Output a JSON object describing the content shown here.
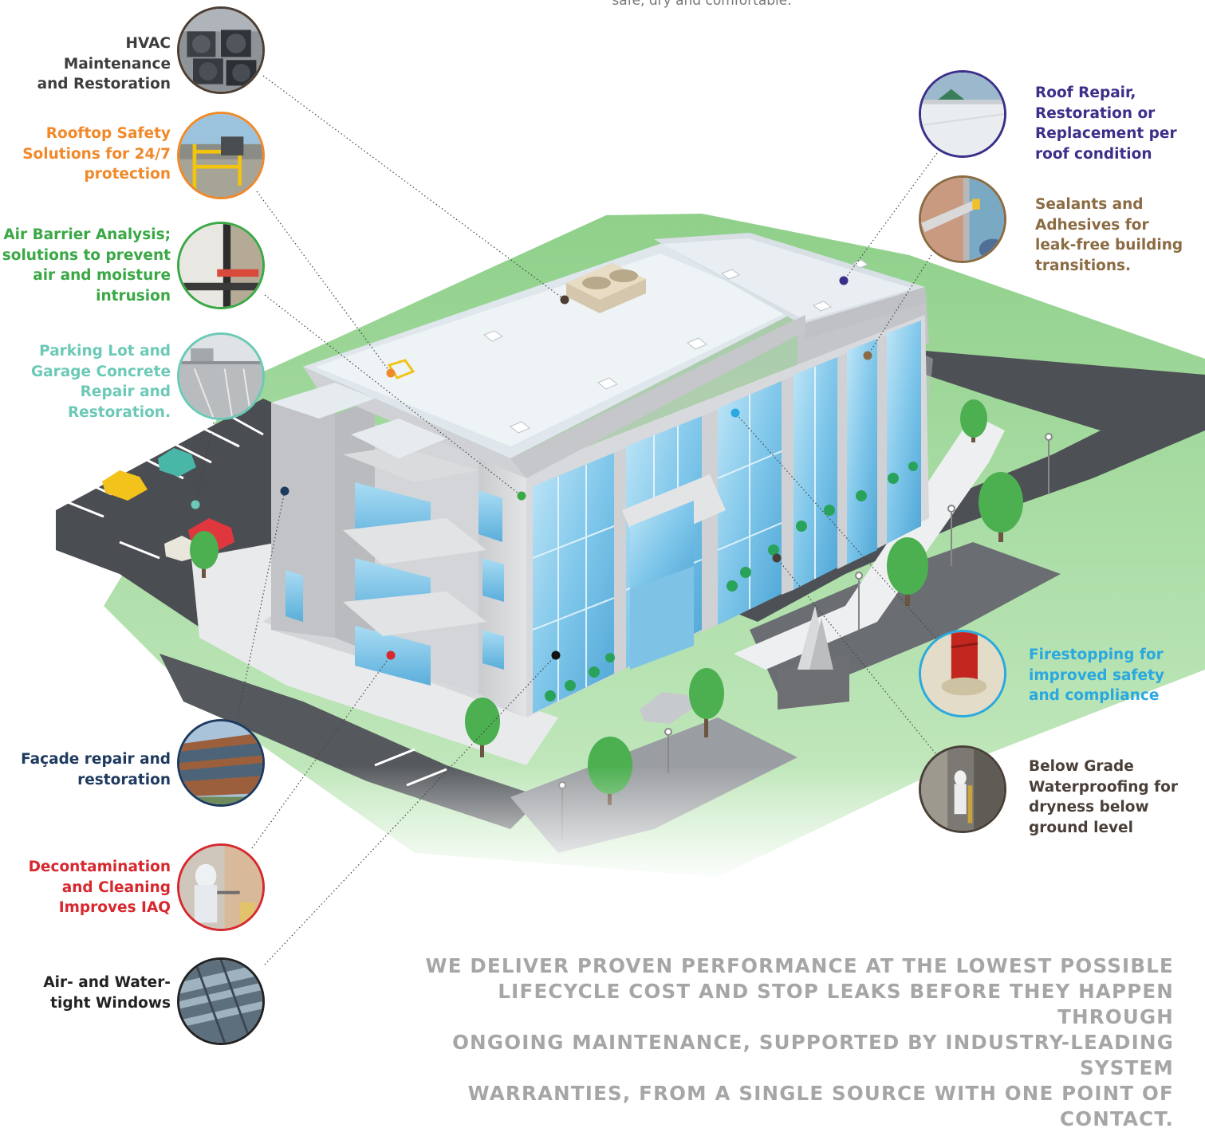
{
  "header": {
    "top_line": "safe, dry and comfortable."
  },
  "callouts": {
    "hvac": {
      "label": "HVAC Maintenance\nand Restoration",
      "color": "#3d3d3d",
      "icon": "hvac-units-photo"
    },
    "rooftop_safety": {
      "label": "Rooftop Safety\nSolutions for 24/7\nprotection",
      "color": "#f0892a",
      "icon": "rooftop-guardrail-photo"
    },
    "air_barrier": {
      "label": "Air Barrier Analysis;\nsolutions to prevent\nair and moisture\nintrusion",
      "color": "#3aa845",
      "icon": "window-sealant-photo"
    },
    "parking": {
      "label": "Parking Lot and\nGarage Concrete\nRepair and\nRestoration.",
      "color": "#6cc9b7",
      "icon": "parking-deck-photo"
    },
    "facade": {
      "label": "Façade repair and\nrestoration",
      "color": "#1e3a5f",
      "icon": "building-facade-photo"
    },
    "decontamination": {
      "label": "Decontamination\nand Cleaning\nImproves IAQ",
      "color": "#d6282e",
      "icon": "cleaning-worker-photo"
    },
    "windows": {
      "label": "Air- and Water-\ntight Windows",
      "color": "#222222",
      "icon": "window-panels-photo"
    },
    "roof_repair": {
      "label": "Roof Repair,\nRestoration or\nReplacement per\nroof condition",
      "color": "#3b2f8a",
      "icon": "white-roof-photo"
    },
    "sealants": {
      "label": "Sealants and\nAdhesives for\nleak-free building\ntransitions.",
      "color": "#8b6b43",
      "icon": "sealant-gun-photo"
    },
    "firestopping": {
      "label": "Firestopping for\nimproved safety\nand compliance",
      "color": "#2ba8df",
      "icon": "firestop-pipe-photo"
    },
    "below_grade": {
      "label": "Below Grade\nWaterproofing for\ndryness below\nground level",
      "color": "#4a3f38",
      "icon": "basement-worker-photo"
    }
  },
  "footer": {
    "statement": "WE DELIVER PROVEN PERFORMANCE AT THE LOWEST POSSIBLE\nLIFECYCLE COST AND STOP LEAKS BEFORE THEY HAPPEN THROUGH\nONGOING MAINTENANCE, SUPPORTED BY INDUSTRY-LEADING SYSTEM\nWARRANTIES, FROM A SINGLE SOURCE WITH ONE POINT OF CONTACT."
  }
}
